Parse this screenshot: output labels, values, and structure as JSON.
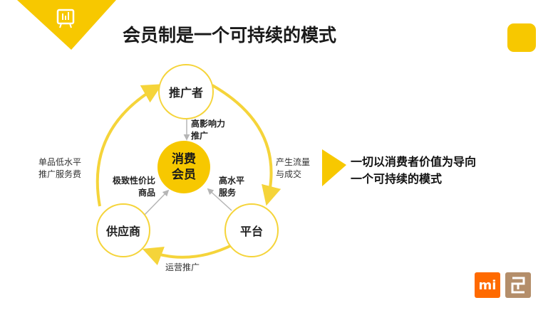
{
  "title": "会员制是一个可持续的模式",
  "diagram": {
    "center": {
      "line1": "消费",
      "line2": "会员"
    },
    "nodes": {
      "top": "推广者",
      "left": "供应商",
      "right": "平台"
    },
    "edge_labels": {
      "promoter_to_member": {
        "line1": "高影响力",
        "line2": "推广"
      },
      "supplier_to_member": {
        "line1": "极致性价比",
        "line2": "商品"
      },
      "platform_to_member": {
        "line1": "高水平",
        "line2": "服务"
      },
      "supplier_to_promoter": {
        "line1": "单品低水平",
        "line2": "推广服务费"
      },
      "promoter_to_platform": {
        "line1": "产生流量",
        "line2": "与成交"
      },
      "platform_to_supplier": "运营推广"
    }
  },
  "slogan": {
    "line1": "一切以消费者价值为导向",
    "line2": "一个可持续的模式"
  },
  "logos": {
    "mi": "mi"
  },
  "colors": {
    "accent": "#f7c800",
    "ring": "#f5d43a",
    "arrow_gray": "#b5b5b5"
  },
  "icons": [
    "presentation-board-icon",
    "brand-face-icon"
  ]
}
